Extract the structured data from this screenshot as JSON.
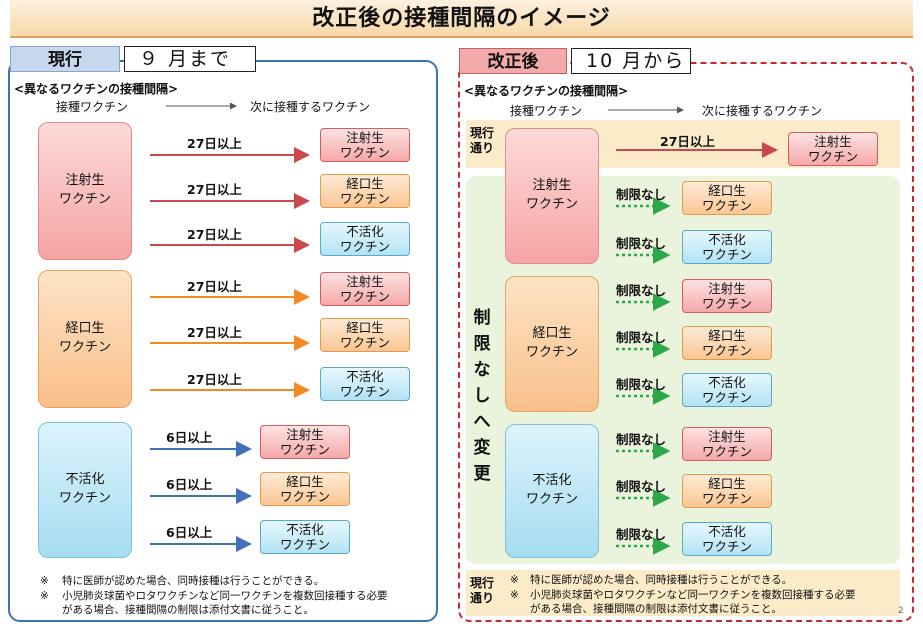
{
  "page_title": "改正後の接種間隔のイメージ",
  "left": {
    "tag": "現行",
    "period": "９ 月まで",
    "heading": "<異なるワクチンの接種間隔>",
    "col_from": "接種ワクチン",
    "col_to": "次に接種するワクチン",
    "sources": [
      "注射生\nワクチン",
      "経口生\nワクチン",
      "不活化\nワクチン"
    ],
    "targets": [
      "注射生\nワクチン",
      "経口生\nワクチン",
      "不活化\nワクチン"
    ],
    "interval_27": "27日以上",
    "interval_6": "6日以上",
    "note_mark": "※",
    "note1": "特に医師が認めた場合、同時接種は行うことができる。",
    "note2_line1": "小児肺炎球菌やロタワクチンなど同一ワクチンを複数回接種する必要",
    "note2_line2": "がある場合、接種間隔の制限は添付文書に従うこと。"
  },
  "right": {
    "tag": "改正後",
    "period": "10 月から",
    "heading": "<異なるワクチンの接種間隔>",
    "col_from": "接種ワクチン",
    "col_to": "次に接種するワクチン",
    "current_rule": "現行\n通り",
    "interval_27": "27日以上",
    "no_limit": "制限なし",
    "vertical_label": "制\n限\nな\nし\nへ\n変\n更",
    "sources": [
      "注射生\nワクチン",
      "経口生\nワクチン",
      "不活化\nワクチン"
    ],
    "targets": [
      "注射生\nワクチン",
      "経口生\nワクチン",
      "不活化\nワクチン"
    ],
    "note_mark": "※",
    "note1": "特に医師が認めた場合、同時接種は行うことができる。",
    "note2_line1": "小児肺炎球菌やロタワクチンなど同一ワクチンを複数回接種する必要",
    "note2_line2": "がある場合、接種間隔の制限は添付文書に従うこと。"
  },
  "page_number": "2",
  "colors": {
    "injectable": "#c94a4a",
    "oral": "#f08a24",
    "inactivated": "#3d72b6",
    "no_limit": "#2aa84a",
    "current_frame": "#3d72b6",
    "new_frame": "#c8282e"
  }
}
